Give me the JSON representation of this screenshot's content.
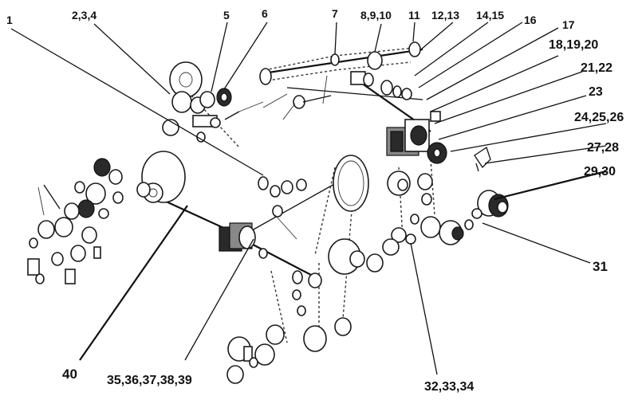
{
  "labels": {
    "l1": "1",
    "l2": "2,3,4",
    "l5": "5",
    "l6": "6",
    "l7": "7",
    "l8": "8,9,10",
    "l11": "11",
    "l12": "12,13",
    "l14": "14,15",
    "l16": "16",
    "l17": "17",
    "l18": "18,19,20",
    "l21": "21,22",
    "l23": "23",
    "l24": "24,25,26",
    "l27": "27,28",
    "l29": "29,30",
    "l31": "31",
    "l32": "32,33,34",
    "l35": "35,36,37,38,39",
    "l40": "40"
  }
}
